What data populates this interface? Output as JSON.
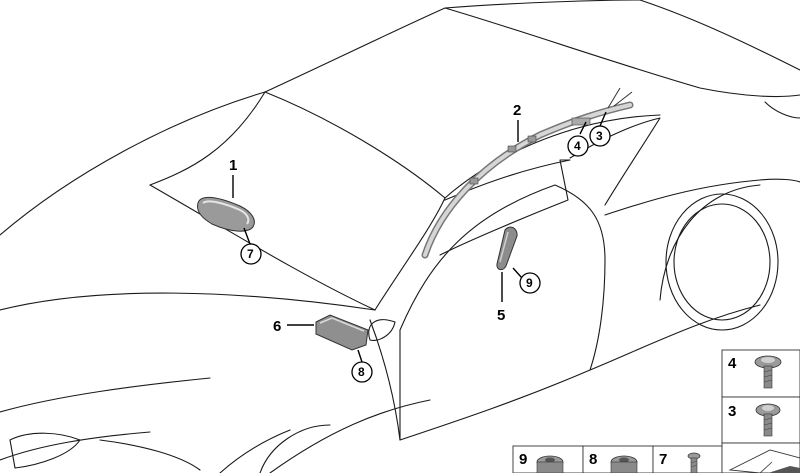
{
  "callouts": {
    "c1": "1",
    "c2": "2",
    "c3": "3",
    "c4": "4",
    "c5": "5",
    "c6": "6",
    "c7": "7",
    "c8": "8",
    "c9": "9"
  },
  "tiles": {
    "t4": "4",
    "t3": "3",
    "t9": "9",
    "t8": "8",
    "t7": "7"
  }
}
